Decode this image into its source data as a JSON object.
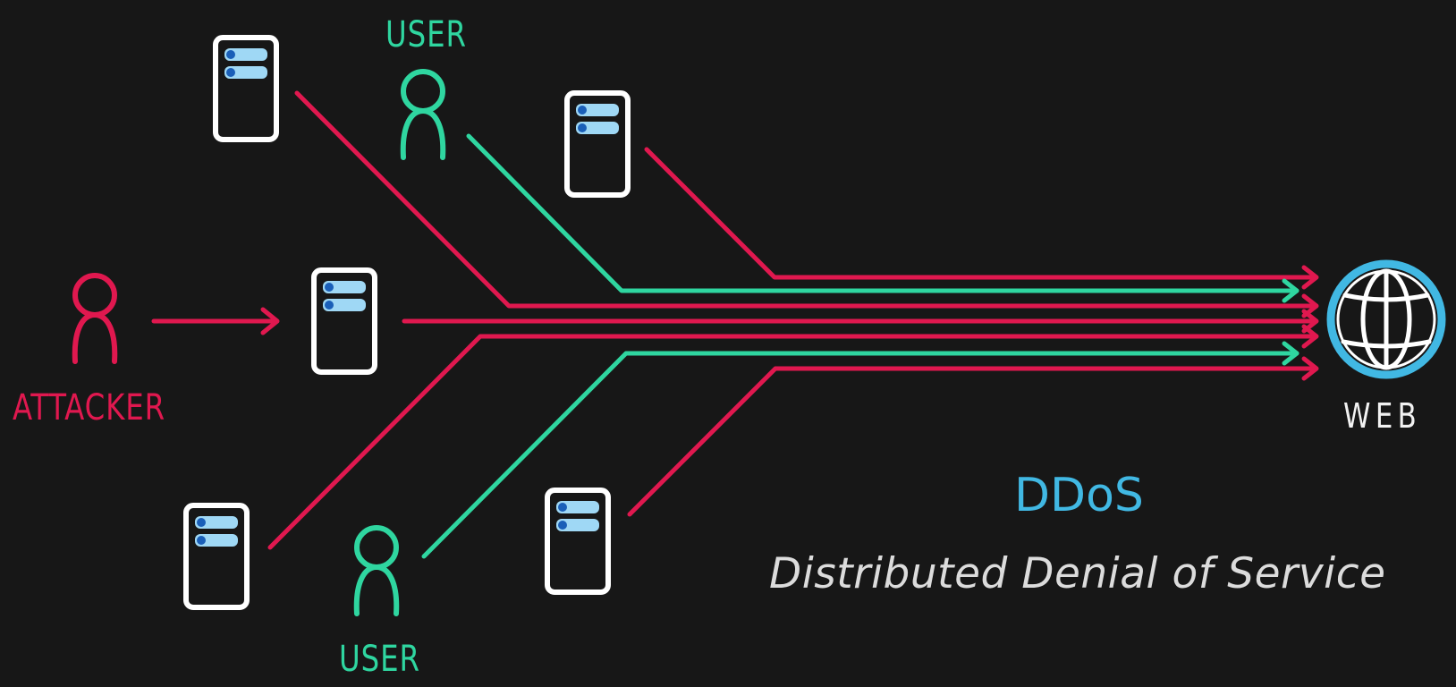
{
  "labels": {
    "user_top": "USER",
    "user_bottom": "USER",
    "attacker": "ATTACKER",
    "web": "WEB"
  },
  "title": "DDoS",
  "subtitle": "Distributed Denial of Service",
  "colors": {
    "background": "#171717",
    "attack": "#e0184f",
    "user": "#2fd6a0",
    "accent": "#41b8e3",
    "server_outline": "#ffffff",
    "server_slot": "#9fd8f5",
    "server_led": "#1a5fb8"
  },
  "icons": [
    "server-icon",
    "user-icon",
    "attacker-icon",
    "globe-icon",
    "arrow-icon"
  ]
}
